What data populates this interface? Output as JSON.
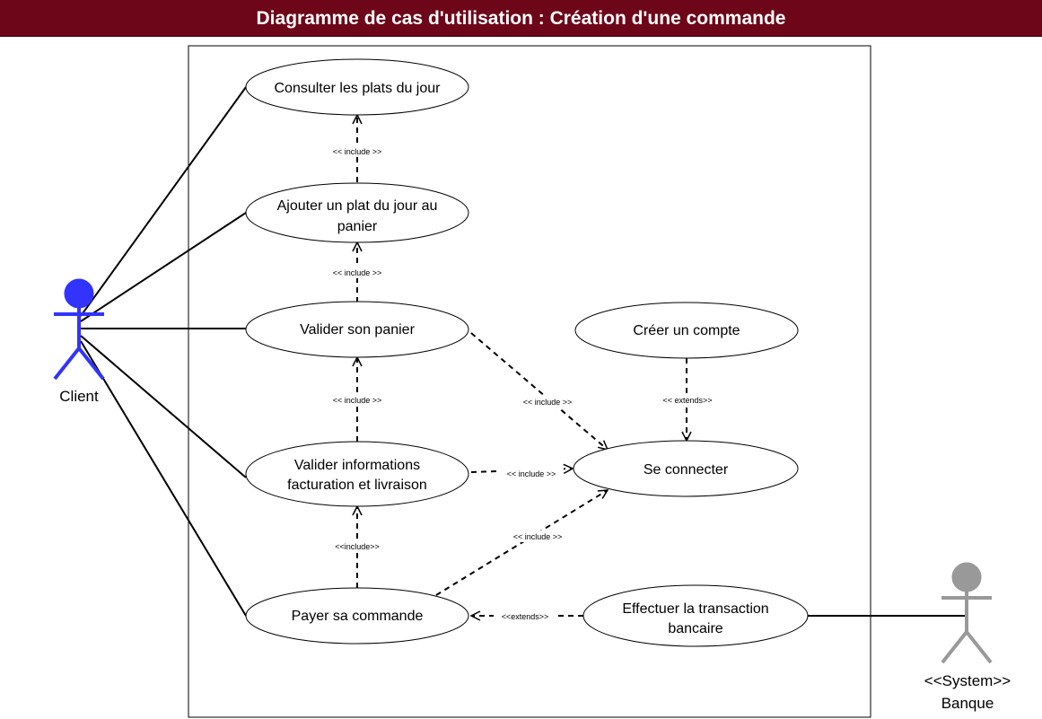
{
  "title": "Diagramme de cas d'utilisation : Création d'une commande",
  "colors": {
    "title_bg": "#6d0618",
    "title_text": "#ffffff",
    "client_actor": "#3333ff",
    "bank_actor": "#999999",
    "line": "#000000"
  },
  "actors": {
    "client": {
      "label": "Client"
    },
    "bank": {
      "stereotype": "<<System>>",
      "label": "Banque"
    }
  },
  "use_cases": {
    "consulter": {
      "lines": [
        "Consulter les plats du jour"
      ]
    },
    "ajouter": {
      "lines": [
        "Ajouter un plat du jour au",
        "panier"
      ]
    },
    "valider_panier": {
      "lines": [
        "Valider son panier"
      ]
    },
    "valider_infos": {
      "lines": [
        "Valider informations",
        "facturation et livraison"
      ]
    },
    "payer": {
      "lines": [
        "Payer sa commande"
      ]
    },
    "creer_compte": {
      "lines": [
        "Créer un compte"
      ]
    },
    "se_connecter": {
      "lines": [
        "Se connecter"
      ]
    },
    "transaction": {
      "lines": [
        "Effectuer la transaction",
        "bancaire"
      ]
    }
  },
  "relations": {
    "ajouter_consulter": "<< include >>",
    "panier_ajouter": "<< include >>",
    "infos_panier": "<< include >>",
    "payer_infos": "<<include>>",
    "panier_connecter": "<< include >>",
    "infos_connecter": "<< include >>",
    "payer_connecter": "<< include >>",
    "compte_connecter": "<< extends>>",
    "transaction_payer": "<<extends>>"
  }
}
